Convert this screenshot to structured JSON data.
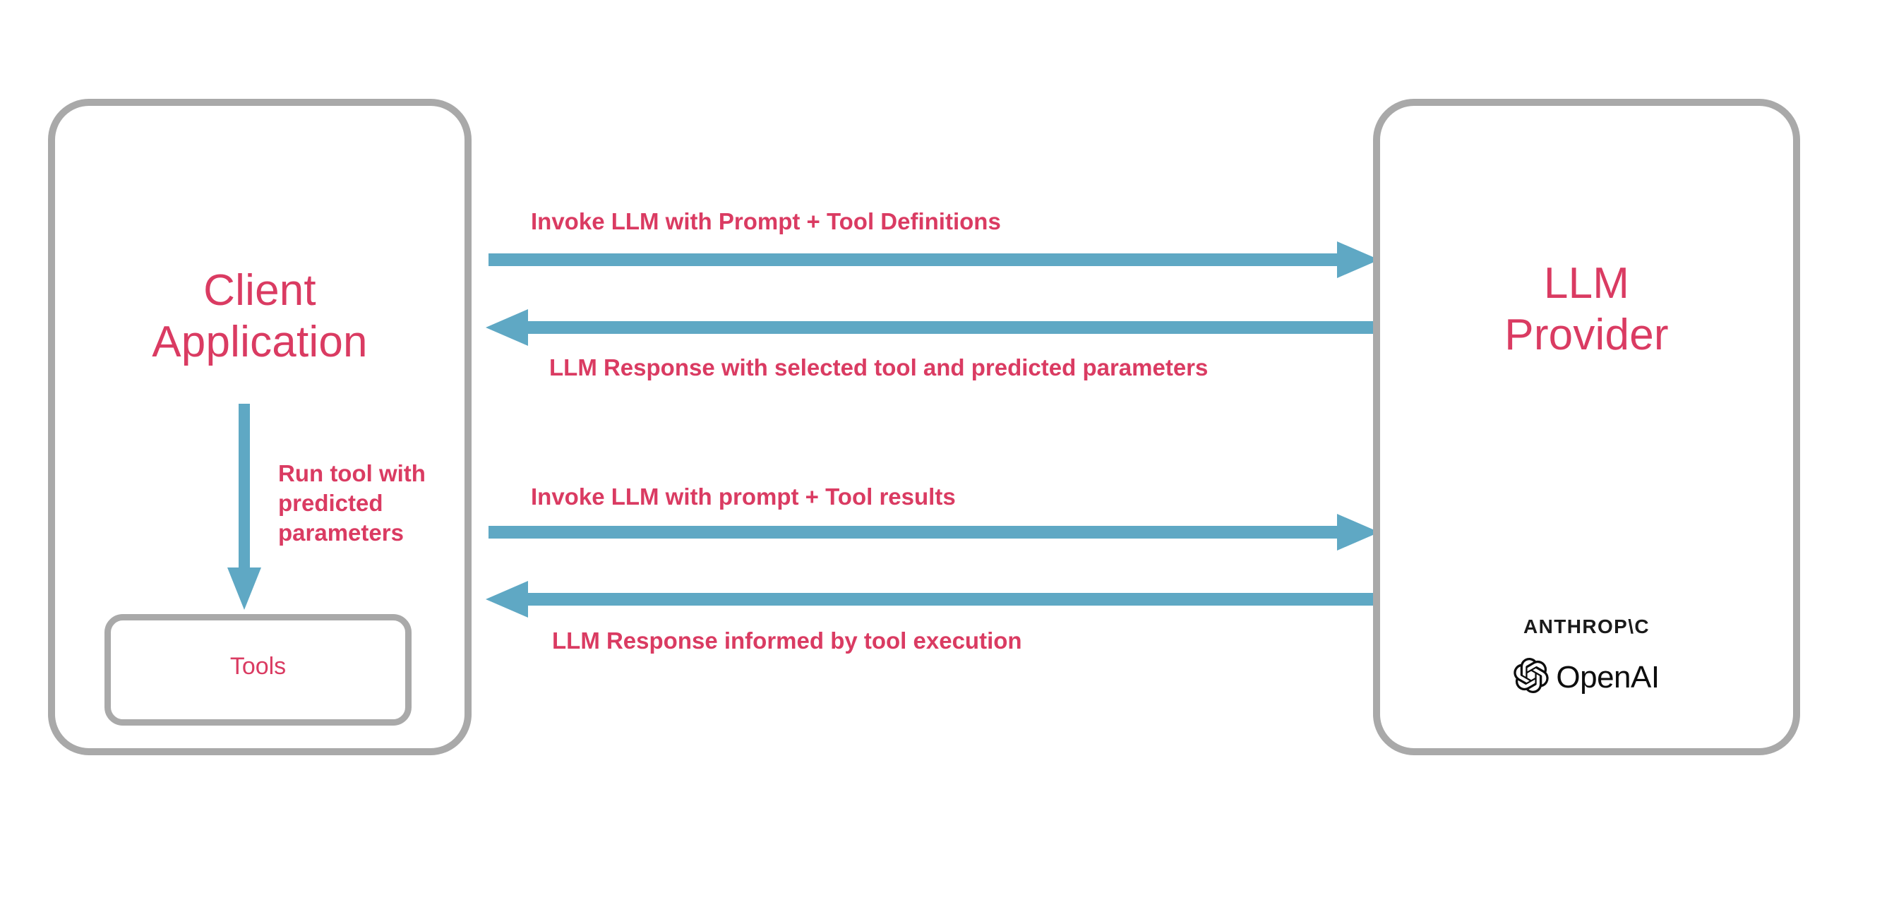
{
  "diagram": {
    "title_present": false,
    "colors": {
      "accent_text": "#da3b62",
      "arrow": "#5fa8c4",
      "box_border": "#a9a9a9",
      "background": "#ffffff",
      "logo_text": "#1a1a1a"
    }
  },
  "nodes": {
    "client": {
      "label": "Client\nApplication",
      "line1": "Client",
      "line2": "Application"
    },
    "tools": {
      "label": "Tools"
    },
    "provider": {
      "label": "LLM\nProvider",
      "line1": "LLM",
      "line2": "Provider",
      "logos": [
        {
          "name": "anthropic-logo",
          "text": "ANTHROP\\C"
        },
        {
          "name": "openai-logo",
          "text": "OpenAI"
        }
      ]
    }
  },
  "arrows": [
    {
      "id": "invoke-with-tool-definitions",
      "label": "Invoke LLM with Prompt + Tool Definitions",
      "direction": "right",
      "from": "client",
      "to": "provider"
    },
    {
      "id": "llm-response-selected-tool",
      "label": "LLM Response with selected tool and predicted parameters",
      "direction": "left",
      "from": "provider",
      "to": "client"
    },
    {
      "id": "run-tool-with-predicted-parameters",
      "label": "Run tool with predicted parameters",
      "direction": "down",
      "from": "client",
      "to": "tools"
    },
    {
      "id": "invoke-with-tool-results",
      "label": "Invoke LLM with prompt + Tool results",
      "direction": "right",
      "from": "client",
      "to": "provider"
    },
    {
      "id": "llm-response-informed-by-tool",
      "label": "LLM Response informed by tool execution",
      "direction": "left",
      "from": "provider",
      "to": "client"
    }
  ]
}
